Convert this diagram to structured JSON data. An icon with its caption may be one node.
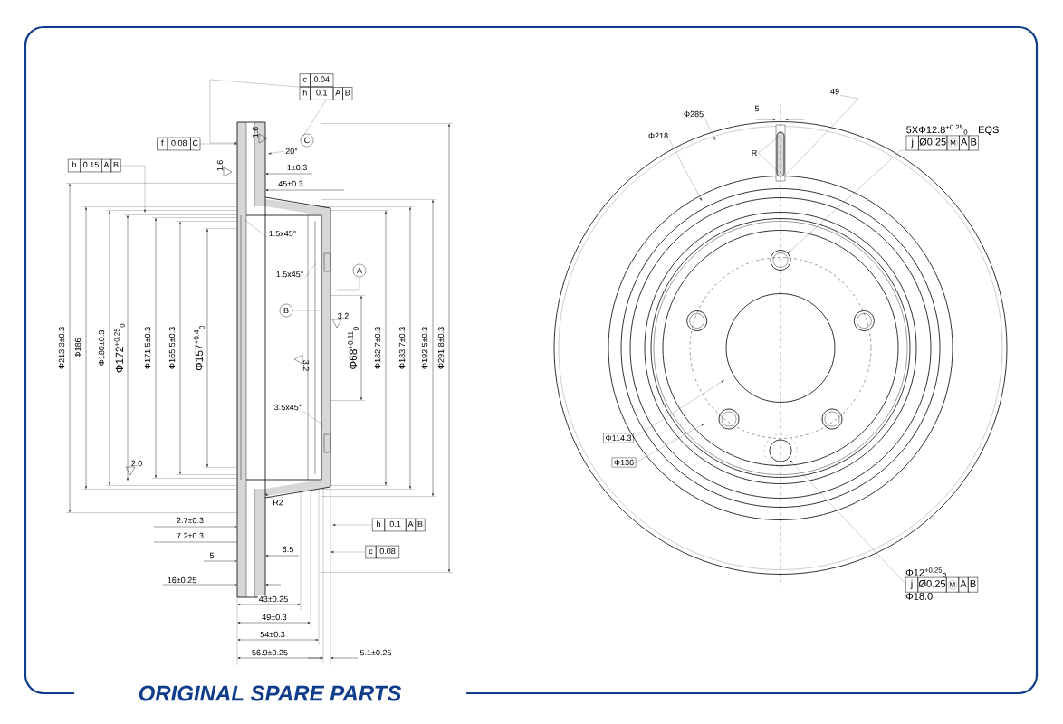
{
  "diagram": {
    "nodes": [
      {
        "text": [
          "c",
          "0.04",
          "h",
          "0.1",
          "A",
          "B"
        ]
      },
      {
        "text": [
          "f",
          "0.08",
          "C"
        ]
      },
      {
        "text": [
          "C"
        ],
        "in": 21
      },
      {
        "text": [
          "20°"
        ],
        "in": 21
      },
      {
        "text": [
          "h",
          "0.15",
          "A",
          "B"
        ]
      },
      {
        "text": [
          "1.5x45°"
        ],
        "in": 21
      },
      {
        "text": [
          "1.5x45°"
        ],
        "in": 21
      },
      {
        "text": [
          "A"
        ]
      },
      {
        "text": [
          "B"
        ],
        "in": 21
      },
      {
        "text": [
          "3.5x45°"
        ],
        "in": 21
      },
      {
        "text": [
          "R2"
        ],
        "in": 21
      },
      {
        "text": [
          "h",
          "0.1",
          "A",
          "B"
        ]
      },
      {
        "text": [
          "c",
          "0.08"
        ]
      },
      {
        "text": [
          "Φ285"
        ]
      },
      {
        "text": [
          "Φ218"
        ]
      },
      {
        "text": [
          "49"
        ]
      },
      {
        "text": [
          "R"
        ],
        "in": 22
      },
      {
        "text": [
          "5XΦ12.8$^{+0.25}$$_{0}$",
          "EQS",
          "j",
          "Ø0.25",
          "M",
          "A",
          "B"
        ]
      },
      {
        "text": [
          "Φ114.3"
        ],
        "in": 22
      },
      {
        "text": [
          "Φ136"
        ],
        "in": 22
      },
      {
        "text": [
          "Φ12$^{+0.25}$$_{0}$",
          "j",
          "Ø0.25",
          "M",
          "A",
          "B",
          "Φ18.0"
        ]
      },
      {
        "text": [],
        "shape": "picture"
      },
      {
        "text": [],
        "shape": "picture"
      }
    ],
    "edges": [
      {
        "from": 0,
        "to": 21,
        "arrow": "to"
      },
      {
        "from": 0,
        "to": 2,
        "arrow": "none"
      },
      {
        "from": 1,
        "to": 21,
        "arrow": "to"
      },
      {
        "from": 3,
        "to": 21,
        "arrow": "to"
      },
      {
        "from": 4,
        "to": null,
        "arrow": "to"
      },
      {
        "from": 5,
        "to": 21,
        "arrow": "none"
      },
      {
        "from": 6,
        "to": 21,
        "arrow": "none"
      },
      {
        "from": 7,
        "to": 21,
        "arrow": "none"
      },
      {
        "from": 8,
        "to": 21,
        "arrow": "none"
      },
      {
        "from": 9,
        "to": 21,
        "arrow": "none"
      },
      {
        "from": 10,
        "to": 21,
        "arrow": "to"
      },
      {
        "from": 11,
        "to": 21,
        "arrow": "to"
      },
      {
        "from": 12,
        "to": 21,
        "arrow": "to"
      },
      {
        "from": 13,
        "to": 22,
        "arrow": "to"
      },
      {
        "from": 14,
        "to": 22,
        "arrow": "to"
      },
      {
        "from": 15,
        "to": 22,
        "arrow": "none"
      },
      {
        "from": 16,
        "to": 22,
        "arrow": "none"
      },
      {
        "from": 16,
        "to": 22,
        "arrow": "none"
      },
      {
        "from": 17,
        "to": 22,
        "arrow": "to"
      },
      {
        "from": 18,
        "to": 22,
        "arrow": "to"
      },
      {
        "from": 19,
        "to": 22,
        "arrow": "to"
      },
      {
        "from": 20,
        "to": 22,
        "arrow": "to"
      }
    ],
    "labels": [
      "1.6",
      "1.6",
      "1±0.3",
      "45±0.3",
      "3.2",
      "3.2",
      "Φ213.3±0.3",
      "Φ186",
      "Φ180±0.3",
      "Φ172$^{+0.25}$$_{0}$",
      "Φ171.5±0.3",
      "Φ165.5±0.3",
      "Φ157$^{+0.4}$$_{0}$",
      "Φ68$^{+0.11}$$_{0}$",
      "Φ182.7±0.3",
      "Φ183.7±0.3",
      "Φ192.5±0.3",
      "Φ291.8±0.3",
      "2.0",
      "2.7±0.3",
      "7.2±0.3",
      "6.5",
      "5",
      "16±0.25",
      "43±0.25",
      "49±0.3",
      "54±0.3",
      "56.9±0.25",
      "5.1±0.25",
      "5",
      "ORIGINAL SPARE PARTS"
    ]
  }
}
